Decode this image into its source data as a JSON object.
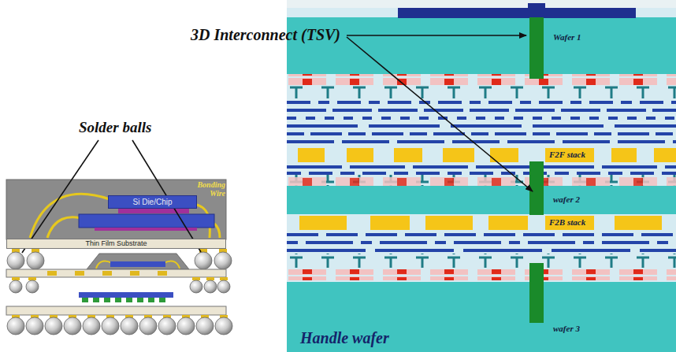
{
  "diagram": {
    "nodes": [
      {
        "text": [
          "Si Die/Chip"
        ]
      },
      {
        "text": [
          "Thin Film Substrate"
        ]
      }
    ],
    "labels": [
      "Solder balls",
      "Bonding Wire",
      "3D Interconnect (TSV)",
      "Wafer 1",
      "F2F stack",
      "wafer 2",
      "F2B stack",
      "wafer 3",
      "Handle wafer"
    ]
  }
}
